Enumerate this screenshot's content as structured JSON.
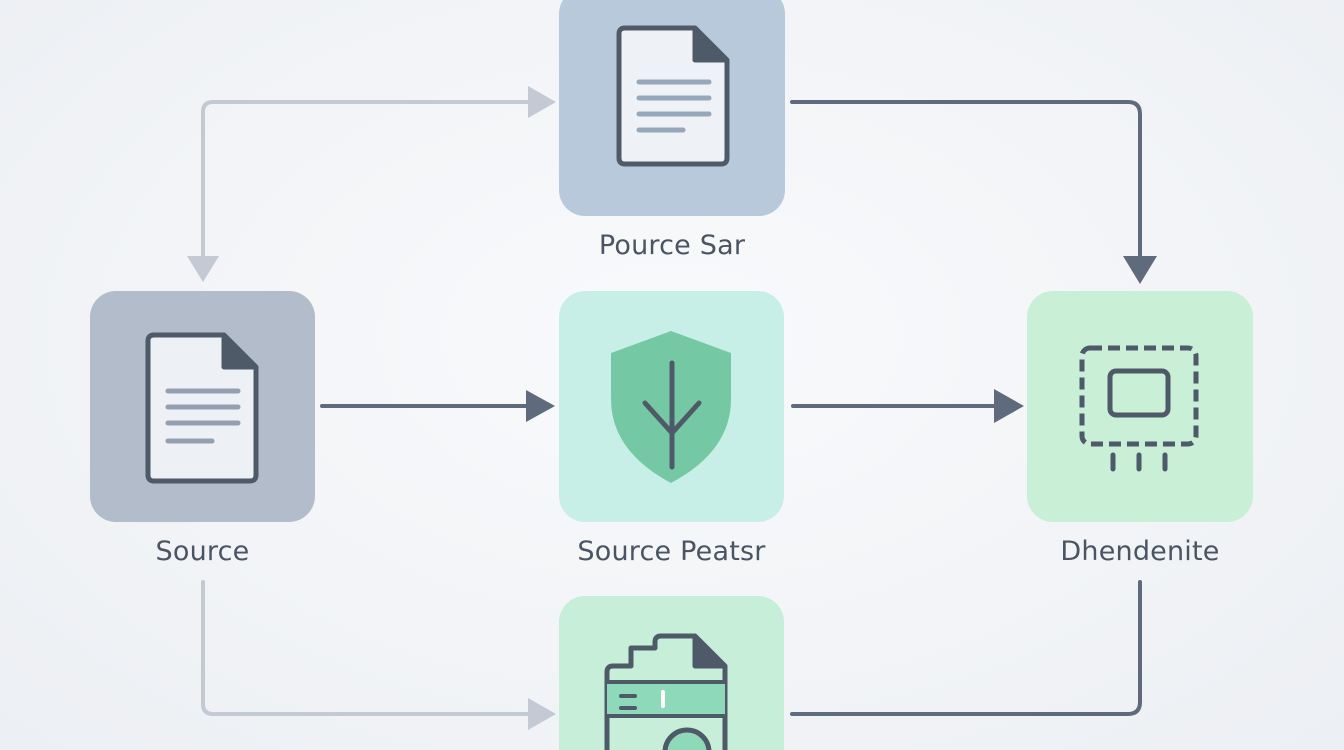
{
  "nodes": {
    "top": {
      "label": "Pource Sar",
      "icon": "document-icon",
      "color": "#b9c9dc"
    },
    "left": {
      "label": "Source",
      "icon": "document-icon",
      "color": "#b3bcca"
    },
    "center": {
      "label": "Source Peatsr",
      "icon": "shield-icon",
      "color": "#c8efe7"
    },
    "right": {
      "label": "Dhendenite",
      "icon": "chip-icon",
      "color": "#c9efd6"
    },
    "bottom": {
      "label": "",
      "icon": "database-icon",
      "color": "#c6eed8"
    }
  },
  "colors": {
    "connector_dark": "#5f6b7c",
    "connector_light": "#c3cad4",
    "icon_stroke": "#4f5a68",
    "shield_fill": "#74c8a4"
  }
}
